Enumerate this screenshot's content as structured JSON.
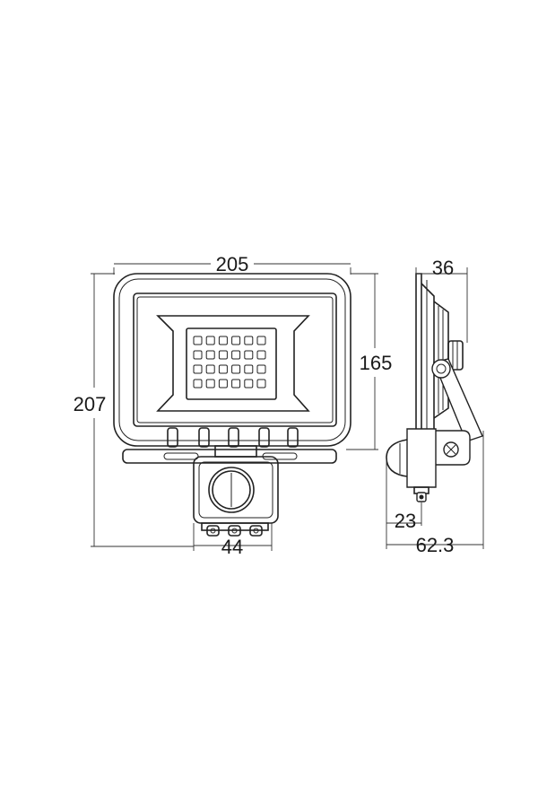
{
  "dimensions": {
    "front_width": "205",
    "front_height": "207",
    "front_body_height": "165",
    "sensor_width": "44",
    "side_depth": "36",
    "side_sensor_depth": "23",
    "side_total_depth": "62.3"
  },
  "colors": {
    "line": "#222222",
    "background": "#ffffff"
  }
}
